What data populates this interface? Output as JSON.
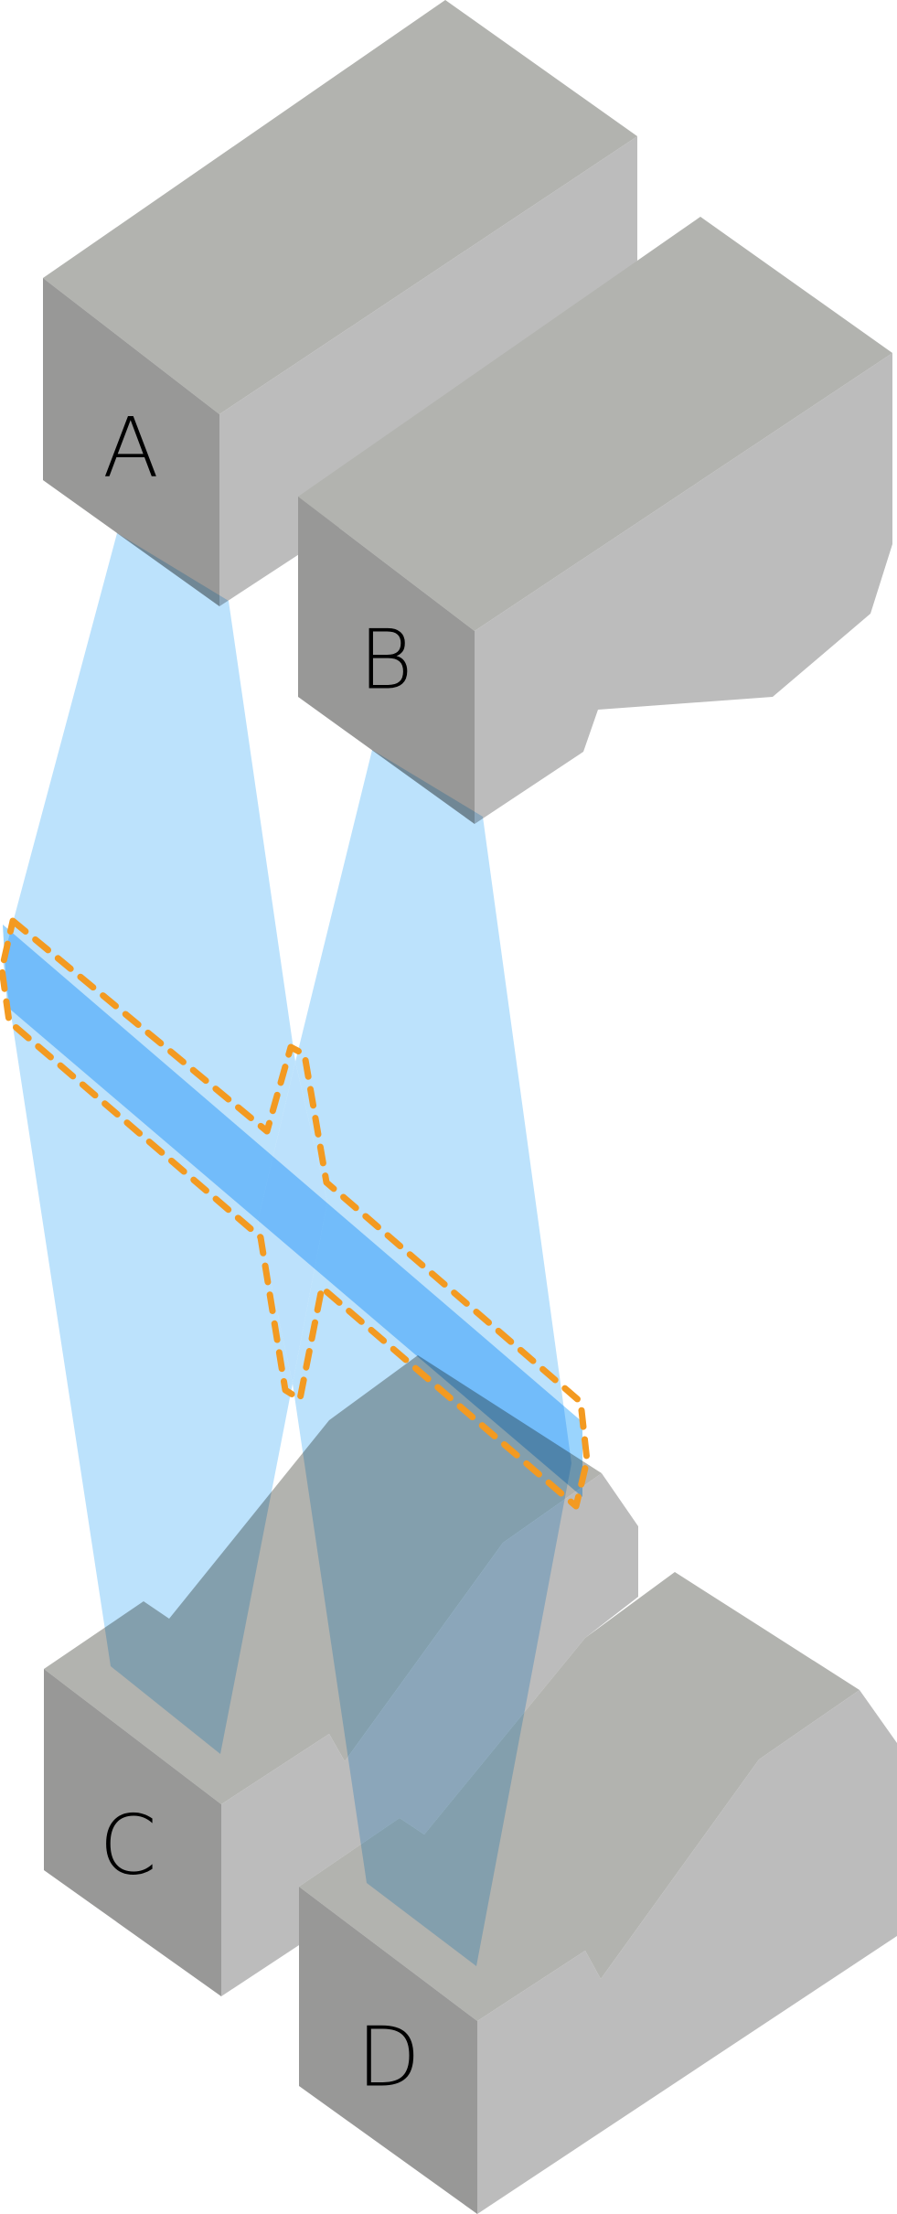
{
  "diagram": {
    "title": "",
    "colors": {
      "top_face": "#b2b3af",
      "front_face": "#989897",
      "side_face": "#bcbcbc",
      "beam": "#b8e0fc",
      "beam_overlap_on_gray": "#80abc8",
      "band": "#88ccfd",
      "band_overlap": "#4ab3fe",
      "outline_dash": "#f39a21"
    },
    "blocks": [
      {
        "id": "A",
        "label": "A"
      },
      {
        "id": "B",
        "label": "B"
      },
      {
        "id": "C",
        "label": "C"
      },
      {
        "id": "D",
        "label": "D"
      }
    ],
    "elements": {
      "beams": [
        "beam-A-to-C",
        "beam-B-to-D"
      ],
      "band": "diagonal-blue-band",
      "highlight": "orange-dashed-outline"
    }
  }
}
